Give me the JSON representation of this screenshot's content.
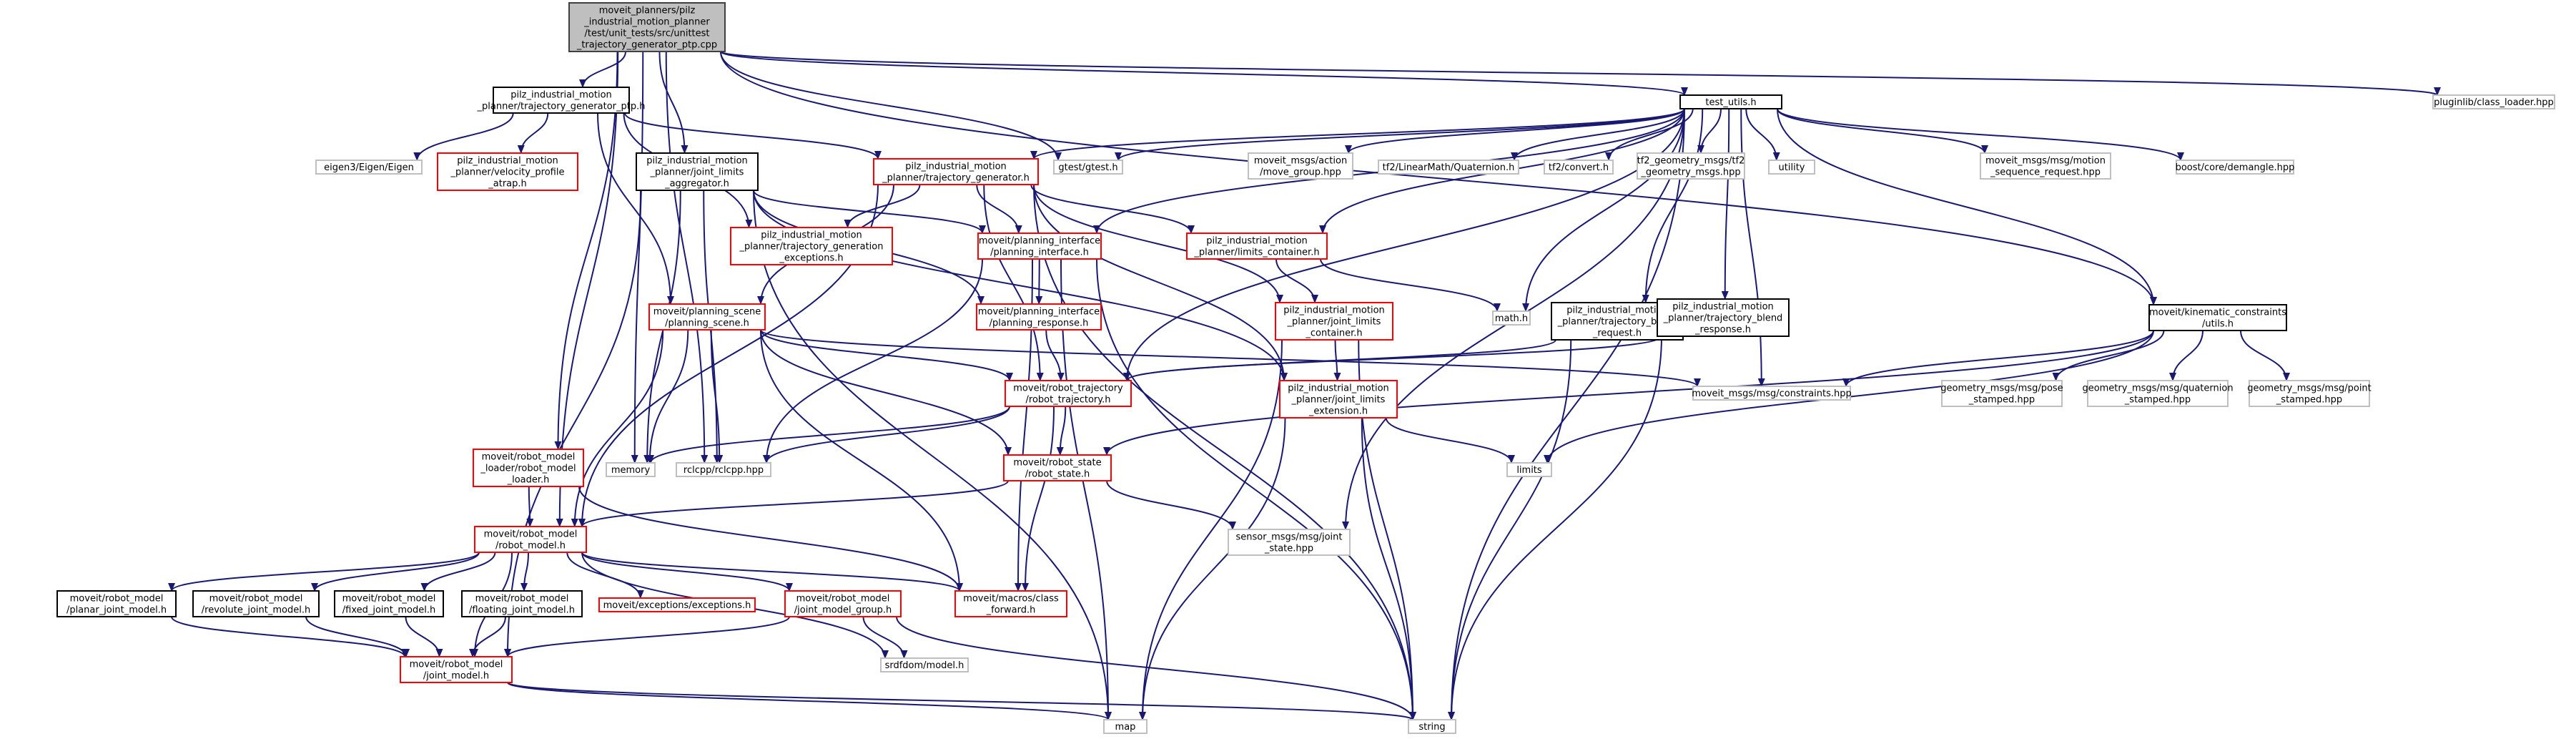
{
  "colors": {
    "edge": "#191970",
    "root_fill": "#bfbfbf",
    "root_border": "#404040",
    "doc_border": "#000000",
    "trunc_border": "#ff0000",
    "ext_border": "#bfbfbf",
    "fill": "#ffffff"
  },
  "nodes": [
    {
      "id": "root",
      "kind": "root",
      "lines": [
        "moveit_planners/pilz",
        "_industrial_motion_planner",
        "/test/unit_tests/src/unittest",
        "_trajectory_generator_ptp.cpp"
      ]
    },
    {
      "id": "tg_ptp",
      "kind": "doc",
      "lines": [
        "pilz_industrial_motion",
        "_planner/trajectory_generator_ptp.h"
      ]
    },
    {
      "id": "test_utils",
      "kind": "doc",
      "lines": [
        "test_utils.h"
      ]
    },
    {
      "id": "class_loader",
      "kind": "ext",
      "lines": [
        "pluginlib/class_loader.hpp"
      ]
    },
    {
      "id": "eigen",
      "kind": "ext",
      "lines": [
        "eigen3/Eigen/Eigen"
      ]
    },
    {
      "id": "vel_profile",
      "kind": "trunc",
      "lines": [
        "pilz_industrial_motion",
        "_planner/velocity_profile",
        "_atrap.h"
      ]
    },
    {
      "id": "jl_agg",
      "kind": "doc",
      "lines": [
        "pilz_industrial_motion",
        "_planner/joint_limits",
        "_aggregator.h"
      ]
    },
    {
      "id": "tg_h",
      "kind": "trunc",
      "lines": [
        "pilz_industrial_motion",
        "_planner/trajectory_generator.h"
      ]
    },
    {
      "id": "gtest",
      "kind": "ext",
      "lines": [
        "gtest/gtest.h"
      ]
    },
    {
      "id": "move_group",
      "kind": "ext",
      "lines": [
        "moveit_msgs/action",
        "/move_group.hpp"
      ]
    },
    {
      "id": "quat",
      "kind": "ext",
      "lines": [
        "tf2/LinearMath/Quaternion.h"
      ]
    },
    {
      "id": "tf2convert",
      "kind": "ext",
      "lines": [
        "tf2/convert.h"
      ]
    },
    {
      "id": "tf2geo",
      "kind": "ext",
      "lines": [
        "tf2_geometry_msgs/tf2",
        "_geometry_msgs.hpp"
      ]
    },
    {
      "id": "utility",
      "kind": "ext",
      "lines": [
        "utility"
      ]
    },
    {
      "id": "motion_seq",
      "kind": "ext",
      "lines": [
        "moveit_msgs/msg/motion",
        "_sequence_request.hpp"
      ]
    },
    {
      "id": "demangle",
      "kind": "ext",
      "lines": [
        "boost/core/demangle.hpp"
      ]
    },
    {
      "id": "tg_exc",
      "kind": "trunc",
      "lines": [
        "pilz_industrial_motion",
        "_planner/trajectory_generation",
        "_exceptions.h"
      ]
    },
    {
      "id": "plan_if",
      "kind": "trunc",
      "lines": [
        "moveit/planning_interface",
        "/planning_interface.h"
      ]
    },
    {
      "id": "limits_cont",
      "kind": "trunc",
      "lines": [
        "pilz_industrial_motion",
        "_planner/limits_container.h"
      ]
    },
    {
      "id": "plan_scene",
      "kind": "trunc",
      "lines": [
        "moveit/planning_scene",
        "/planning_scene.h"
      ]
    },
    {
      "id": "plan_resp",
      "kind": "trunc",
      "lines": [
        "moveit/planning_interface",
        "/planning_response.h"
      ]
    },
    {
      "id": "jl_cont",
      "kind": "trunc",
      "lines": [
        "pilz_industrial_motion",
        "_planner/joint_limits",
        "_container.h"
      ]
    },
    {
      "id": "math",
      "kind": "ext",
      "lines": [
        "math.h"
      ]
    },
    {
      "id": "blend_req",
      "kind": "doc",
      "lines": [
        "pilz_industrial_motion",
        "_planner/trajectory_blend",
        "_request.h"
      ]
    },
    {
      "id": "blend_resp",
      "kind": "doc",
      "lines": [
        "pilz_industrial_motion",
        "_planner/trajectory_blend",
        "_response.h"
      ]
    },
    {
      "id": "kin_utils",
      "kind": "doc",
      "lines": [
        "moveit/kinematic_constraints",
        "/utils.h"
      ]
    },
    {
      "id": "robot_traj",
      "kind": "trunc",
      "lines": [
        "moveit/robot_trajectory",
        "/robot_trajectory.h"
      ]
    },
    {
      "id": "jl_ext",
      "kind": "trunc",
      "lines": [
        "pilz_industrial_motion",
        "_planner/joint_limits",
        "_extension.h"
      ]
    },
    {
      "id": "constraints",
      "kind": "ext",
      "lines": [
        "moveit_msgs/msg/constraints.hpp"
      ]
    },
    {
      "id": "pose_st",
      "kind": "ext",
      "lines": [
        "geometry_msgs/msg/pose",
        "_stamped.hpp"
      ]
    },
    {
      "id": "quat_st",
      "kind": "ext",
      "lines": [
        "geometry_msgs/msg/quaternion",
        "_stamped.hpp"
      ]
    },
    {
      "id": "point_st",
      "kind": "ext",
      "lines": [
        "geometry_msgs/msg/point",
        "_stamped.hpp"
      ]
    },
    {
      "id": "rm_loader",
      "kind": "trunc",
      "lines": [
        "moveit/robot_model",
        "_loader/robot_model",
        "_loader.h"
      ]
    },
    {
      "id": "memory",
      "kind": "ext",
      "lines": [
        "memory"
      ]
    },
    {
      "id": "rclcpp",
      "kind": "ext",
      "lines": [
        "rclcpp/rclcpp.hpp"
      ]
    },
    {
      "id": "robot_state",
      "kind": "trunc",
      "lines": [
        "moveit/robot_state",
        "/robot_state.h"
      ]
    },
    {
      "id": "limits",
      "kind": "ext",
      "lines": [
        "limits"
      ]
    },
    {
      "id": "joint_state",
      "kind": "ext",
      "lines": [
        "sensor_msgs/msg/joint",
        "_state.hpp"
      ]
    },
    {
      "id": "robot_model",
      "kind": "trunc",
      "lines": [
        "moveit/robot_model",
        "/robot_model.h"
      ]
    },
    {
      "id": "planar_jm",
      "kind": "doc",
      "lines": [
        "moveit/robot_model",
        "/planar_joint_model.h"
      ]
    },
    {
      "id": "revolute_jm",
      "kind": "doc",
      "lines": [
        "moveit/robot_model",
        "/revolute_joint_model.h"
      ]
    },
    {
      "id": "fixed_jm",
      "kind": "doc",
      "lines": [
        "moveit/robot_model",
        "/fixed_joint_model.h"
      ]
    },
    {
      "id": "floating_jm",
      "kind": "doc",
      "lines": [
        "moveit/robot_model",
        "/floating_joint_model.h"
      ]
    },
    {
      "id": "exceptions",
      "kind": "trunc",
      "lines": [
        "moveit/exceptions/exceptions.h"
      ]
    },
    {
      "id": "jmg",
      "kind": "trunc",
      "lines": [
        "moveit/robot_model",
        "/joint_model_group.h"
      ]
    },
    {
      "id": "class_fwd",
      "kind": "trunc",
      "lines": [
        "moveit/macros/class",
        "_forward.h"
      ]
    },
    {
      "id": "srdf",
      "kind": "ext",
      "lines": [
        "srdfdom/model.h"
      ]
    },
    {
      "id": "joint_model",
      "kind": "trunc",
      "lines": [
        "moveit/robot_model",
        "/joint_model.h"
      ]
    },
    {
      "id": "map",
      "kind": "ext",
      "lines": [
        "map"
      ]
    },
    {
      "id": "string",
      "kind": "ext",
      "lines": [
        "string"
      ]
    }
  ],
  "edges": [
    [
      "root",
      "tg_ptp"
    ],
    [
      "root",
      "test_utils"
    ],
    [
      "root",
      "class_loader"
    ],
    [
      "root",
      "jl_agg"
    ],
    [
      "root",
      "gtest"
    ],
    [
      "root",
      "rm_loader"
    ],
    [
      "root",
      "memory"
    ],
    [
      "root",
      "rclcpp"
    ],
    [
      "root",
      "robot_model"
    ],
    [
      "root",
      "kin_utils"
    ],
    [
      "tg_ptp",
      "eigen"
    ],
    [
      "tg_ptp",
      "vel_profile"
    ],
    [
      "tg_ptp",
      "tg_h"
    ],
    [
      "tg_ptp",
      "tg_exc"
    ],
    [
      "tg_ptp",
      "plan_scene"
    ],
    [
      "tg_h",
      "plan_if"
    ],
    [
      "tg_h",
      "limits_cont"
    ],
    [
      "tg_h",
      "plan_scene"
    ],
    [
      "tg_h",
      "tg_exc"
    ],
    [
      "tg_h",
      "robot_model"
    ],
    [
      "tg_h",
      "robot_traj"
    ],
    [
      "tg_h",
      "string"
    ],
    [
      "tg_h",
      "jl_ext"
    ],
    [
      "tg_h",
      "jl_cont"
    ],
    [
      "jl_agg",
      "plan_if"
    ],
    [
      "jl_agg",
      "jl_ext"
    ],
    [
      "jl_agg",
      "rclcpp"
    ],
    [
      "jl_agg",
      "plan_resp"
    ],
    [
      "jl_agg",
      "map"
    ],
    [
      "jl_agg",
      "joint_model"
    ],
    [
      "jl_agg",
      "memory"
    ],
    [
      "test_utils",
      "gtest"
    ],
    [
      "test_utils",
      "move_group"
    ],
    [
      "test_utils",
      "quat"
    ],
    [
      "test_utils",
      "tf2convert"
    ],
    [
      "test_utils",
      "tf2geo"
    ],
    [
      "test_utils",
      "utility"
    ],
    [
      "test_utils",
      "motion_seq"
    ],
    [
      "test_utils",
      "demangle"
    ],
    [
      "test_utils",
      "plan_if"
    ],
    [
      "test_utils",
      "limits_cont"
    ],
    [
      "test_utils",
      "math"
    ],
    [
      "test_utils",
      "blend_req"
    ],
    [
      "test_utils",
      "blend_resp"
    ],
    [
      "test_utils",
      "kin_utils"
    ],
    [
      "test_utils",
      "robot_traj"
    ],
    [
      "test_utils",
      "constraints"
    ],
    [
      "test_utils",
      "joint_state"
    ],
    [
      "test_utils",
      "string"
    ],
    [
      "test_utils",
      "tg_h"
    ],
    [
      "plan_if",
      "plan_resp"
    ],
    [
      "plan_if",
      "rclcpp"
    ],
    [
      "plan_if",
      "map"
    ],
    [
      "plan_if",
      "string"
    ],
    [
      "plan_if",
      "class_fwd"
    ],
    [
      "limits_cont",
      "jl_cont"
    ],
    [
      "limits_cont",
      "math"
    ],
    [
      "plan_scene",
      "robot_model"
    ],
    [
      "plan_scene",
      "robot_traj"
    ],
    [
      "plan_scene",
      "robot_state"
    ],
    [
      "plan_scene",
      "memory"
    ],
    [
      "plan_scene",
      "rclcpp"
    ],
    [
      "plan_scene",
      "class_fwd"
    ],
    [
      "plan_scene",
      "constraints"
    ],
    [
      "plan_resp",
      "robot_traj"
    ],
    [
      "jl_cont",
      "jl_ext"
    ],
    [
      "jl_cont",
      "map"
    ],
    [
      "jl_cont",
      "string"
    ],
    [
      "blend_req",
      "robot_traj"
    ],
    [
      "blend_req",
      "string"
    ],
    [
      "blend_resp",
      "robot_traj"
    ],
    [
      "blend_resp",
      "string"
    ],
    [
      "kin_utils",
      "constraints"
    ],
    [
      "kin_utils",
      "pose_st"
    ],
    [
      "kin_utils",
      "quat_st"
    ],
    [
      "kin_utils",
      "point_st"
    ],
    [
      "kin_utils",
      "limits"
    ],
    [
      "kin_utils",
      "robot_state"
    ],
    [
      "robot_traj",
      "robot_state"
    ],
    [
      "robot_traj",
      "memory"
    ],
    [
      "robot_traj",
      "rclcpp"
    ],
    [
      "robot_traj",
      "class_fwd"
    ],
    [
      "jl_ext",
      "limits"
    ],
    [
      "jl_ext",
      "map"
    ],
    [
      "jl_ext",
      "string"
    ],
    [
      "rm_loader",
      "robot_model"
    ],
    [
      "rm_loader",
      "class_fwd"
    ],
    [
      "robot_state",
      "robot_model"
    ],
    [
      "robot_state",
      "joint_state"
    ],
    [
      "robot_model",
      "planar_jm"
    ],
    [
      "robot_model",
      "revolute_jm"
    ],
    [
      "robot_model",
      "fixed_jm"
    ],
    [
      "robot_model",
      "floating_jm"
    ],
    [
      "robot_model",
      "exceptions"
    ],
    [
      "robot_model",
      "jmg"
    ],
    [
      "robot_model",
      "class_fwd"
    ],
    [
      "robot_model",
      "srdf"
    ],
    [
      "robot_model",
      "joint_model"
    ],
    [
      "planar_jm",
      "joint_model"
    ],
    [
      "revolute_jm",
      "joint_model"
    ],
    [
      "fixed_jm",
      "joint_model"
    ],
    [
      "floating_jm",
      "joint_model"
    ],
    [
      "jmg",
      "joint_model"
    ],
    [
      "jmg",
      "srdf"
    ],
    [
      "jmg",
      "string"
    ],
    [
      "joint_model",
      "map"
    ],
    [
      "joint_model",
      "string"
    ]
  ]
}
